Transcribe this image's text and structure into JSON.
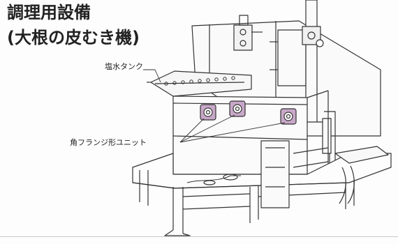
{
  "title": {
    "line1": "調理用設備",
    "line2": "(大根の皮むき機)"
  },
  "labels": {
    "brine_tank": "塩水タンク",
    "flange_unit": "角フランジ形ユニット"
  },
  "colors": {
    "line": "#333333",
    "bearing_fill": "#c8a8c8",
    "background": "#fdfdfd"
  }
}
